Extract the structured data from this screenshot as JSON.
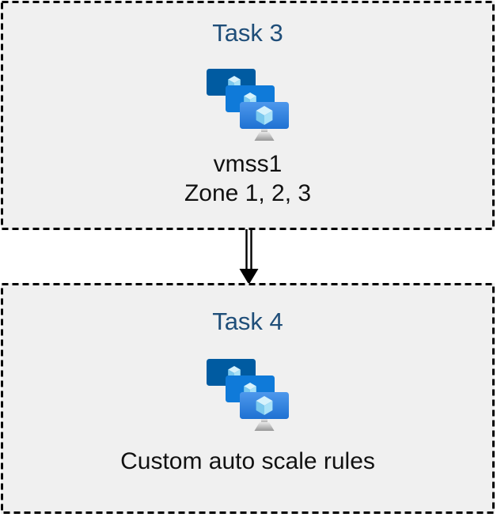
{
  "page": {
    "background": "#FFFFFF"
  },
  "colors": {
    "box_fill": "#F0F0F0",
    "box_border": "#000000",
    "title_text": "#1F4E79",
    "body_text": "#111111",
    "arrow": "#000000"
  },
  "icon": {
    "name": "virtual-machine-scale-sets-icon",
    "monitor_back": "#005BA1",
    "monitor_middle": "#0F7AD9",
    "monitor_front_top": "#4E98EC",
    "monitor_front_bottom": "#1E71D2",
    "cube_top": "#D6F2FC",
    "cube_left": "#7BC9EE",
    "cube_right": "#A9E2F8",
    "stand_top": "#E9E9E9",
    "stand_bottom": "#969696"
  },
  "tasks": [
    {
      "title": "Task 3",
      "lines": [
        "vmss1",
        "Zone 1, 2, 3"
      ]
    },
    {
      "title": "Task 4",
      "lines": [
        "Custom auto scale rules"
      ]
    }
  ]
}
